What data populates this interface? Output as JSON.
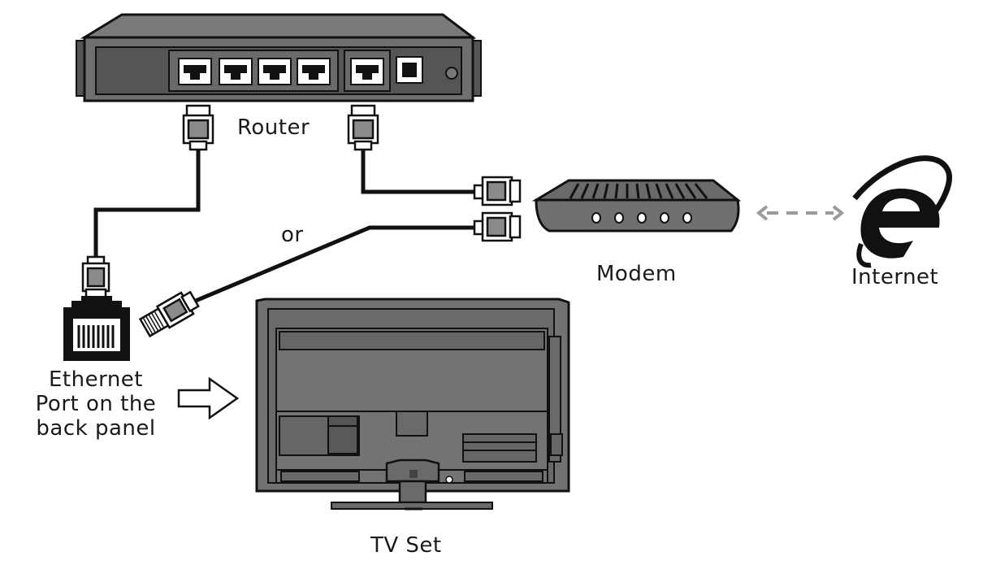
{
  "labels": {
    "router": "Router",
    "modem": "Modem",
    "internet": "Internet",
    "or": "or",
    "ethernet_line1": "Ethernet",
    "ethernet_line2": "Port on the",
    "ethernet_line3": "back panel",
    "tv": "TV Set"
  },
  "icons": {
    "router": "router-icon",
    "modem": "modem-icon",
    "internet": "internet-explorer-icon",
    "tv": "tv-back-icon",
    "ethernet_port": "ethernet-port-icon",
    "arrow": "hollow-arrow-right-icon"
  },
  "colors": {
    "device_fill": "#6f6f6f",
    "device_dark": "#4a4a4a",
    "port_fill": "#ffffff",
    "cable": "#111111",
    "link_dashed": "#9a9a9a",
    "tv_fill": "#707070"
  }
}
